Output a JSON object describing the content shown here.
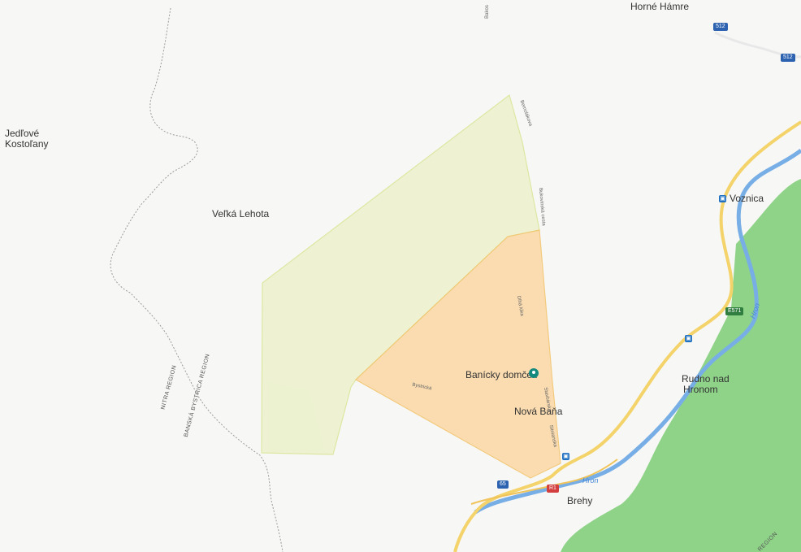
{
  "map": {
    "labels": {
      "top_village": "Horné Hámre",
      "jedlove_1": "Jedľové",
      "jedlove_2": "Kostoľany",
      "velka_lehota": "Veľká Lehota",
      "voznica": "Voznica",
      "rudno_1": "Rudno nad",
      "rudno_2": "Hronom",
      "banicky": "Banícky domček",
      "nova_bana": "Nová Baňa",
      "brehy": "Brehy",
      "hron_1": "Hron",
      "hron_2": "Hron",
      "nitra_region": "NITRA REGION",
      "bb_region": "BANSKÁ BYSTRICA REGION",
      "region_corner": "REGION"
    },
    "streets": {
      "bakos": "Bakos",
      "s1": "Bernolákova",
      "s2": "Bukovinská cesta",
      "s3": "Dlhá lúka",
      "s4": "Stavbárska",
      "s5": "Bystrická",
      "s6": "Sitnianska"
    },
    "shields": {
      "r512a": "512",
      "r512b": "512",
      "e571": "E571",
      "r65": "65",
      "r1": "R1"
    },
    "bus_icon": "bus-stop-icon",
    "poi_icon": "place-marker-icon",
    "colors": {
      "background": "#f7f7f5",
      "forest": "#8fd389",
      "river": "#78aee6",
      "road": "#f3d36a",
      "zone_green": "#eef2cf",
      "zone_orange": "#fbd8a4",
      "boundary": "#9b9b9b"
    }
  }
}
